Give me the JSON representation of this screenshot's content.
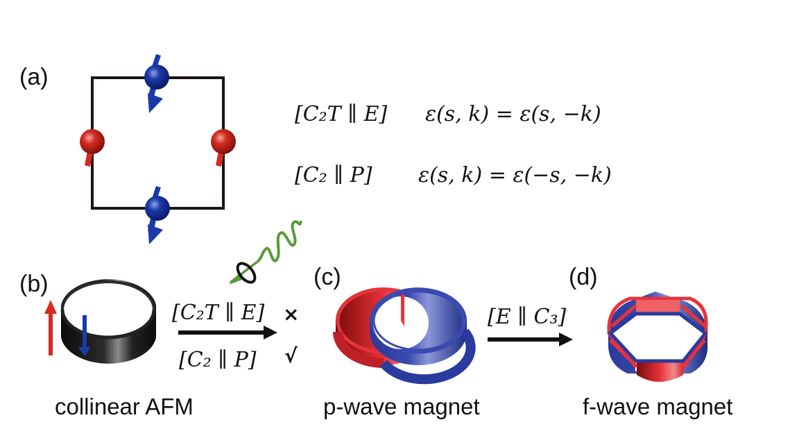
{
  "figure": {
    "panels": {
      "a": {
        "label": "(a)"
      },
      "b": {
        "label": "(b)",
        "caption": "collinear AFM"
      },
      "c": {
        "label": "(c)",
        "caption": "p-wave magnet"
      },
      "d": {
        "label": "(d)",
        "caption": "f-wave magnet"
      }
    },
    "equations": [
      {
        "symmetry": "[C₂T ∥ E]",
        "relation": "ε(s, k) = ε(s, −k)"
      },
      {
        "symmetry": "[C₂ ∥ P]",
        "relation": "ε(s, k) = ε(−s, −k)"
      }
    ],
    "transition_bc": {
      "upper": "[C₂T ∥ E]",
      "upper_mark": "×",
      "lower": "[C₂ ∥ P]",
      "lower_mark": "√"
    },
    "transition_cd": {
      "label": "[E ∥ C₃]"
    },
    "colors": {
      "spin_up": "#d42b20",
      "spin_down": "#1a3aa8",
      "lattice": "#1a1414",
      "light_wave": "#5a9a3a",
      "ring_black": "#1c1c1c"
    },
    "icons": {
      "light": "circularly-polarized-light-icon",
      "spin_up": "red-arrow-up",
      "spin_down": "blue-arrow-down"
    }
  }
}
